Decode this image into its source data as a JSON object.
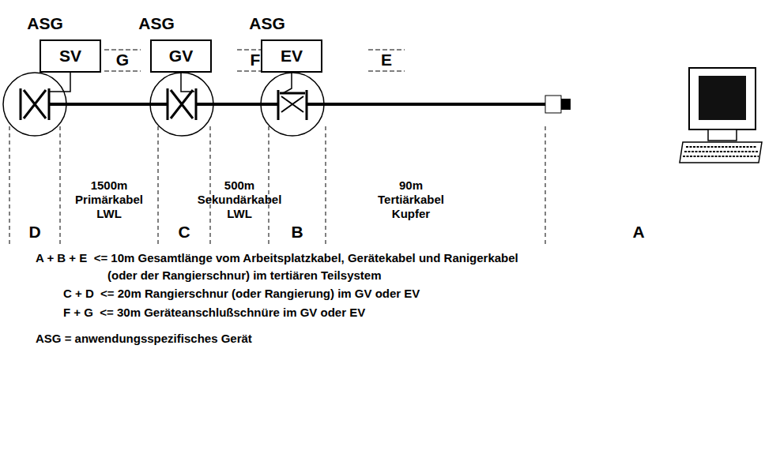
{
  "diagram": {
    "nodes": [
      {
        "text": [
          "SV"
        ]
      },
      {
        "text": [
          "GV"
        ]
      },
      {
        "text": [
          "EV"
        ]
      }
    ],
    "labels": [
      "ASG",
      "ASG",
      "ASG",
      "G",
      "F",
      "E",
      "1500m",
      "Primärkabel",
      "LWL",
      "500m",
      "Sekundärkabel",
      "LWL",
      "90m",
      "Tertiärkabel",
      "Kupfer",
      "D",
      "C",
      "B",
      "A",
      "A + B + E  <= 10m Gesamtlänge vom Arbeitsplatzkabel, Gerätekabel und Ranigerkabel",
      "(oder der Rangierschnur) im tertiären Teilsystem",
      "C + D  <= 20m Rangierschnur (oder Rangierung) im GV oder EV",
      "F + G  <= 30m Geräteanschlußschnüre im GV oder EV",
      "ASG = anwendungsspezifisches Gerät"
    ]
  }
}
